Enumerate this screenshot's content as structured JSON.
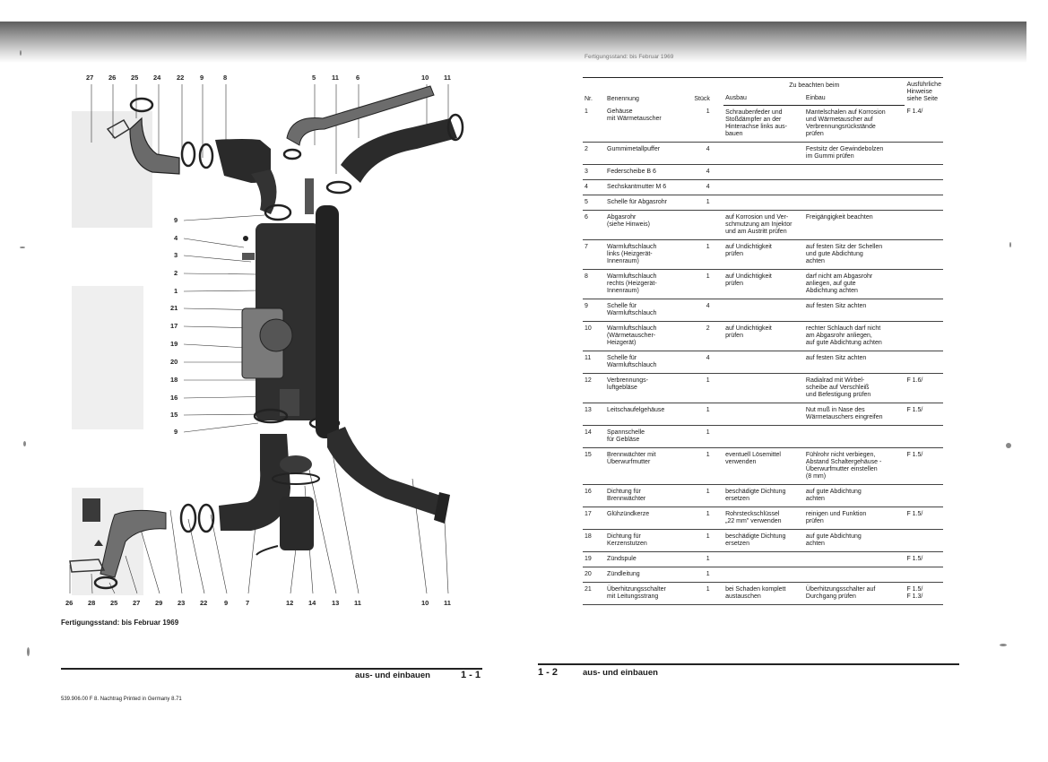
{
  "left_page": {
    "callouts_top": [
      "27",
      "26",
      "25",
      "24",
      "22",
      "9",
      "8",
      "5",
      "11",
      "6",
      "10",
      "11"
    ],
    "callouts_left": [
      "9",
      "4",
      "3",
      "2",
      "1",
      "21",
      "17",
      "19",
      "20",
      "18",
      "16",
      "15",
      "9"
    ],
    "callouts_bottom": [
      "26",
      "28",
      "25",
      "27",
      "29",
      "23",
      "22",
      "9",
      "7",
      "12",
      "14",
      "13",
      "11",
      "10",
      "11"
    ],
    "caption": "Fertigungsstand: bis Februar 1969",
    "footer_title": "aus- und einbauen",
    "page_number": "1 - 1",
    "print_info": "539.906.00  F  8. Nachtrag   Printed in Germany   8.71"
  },
  "right_page": {
    "header_smudge": "Fertigungsstand: bis Februar 1969",
    "table": {
      "header": {
        "nr": "Nr.",
        "benennung": "Benennung",
        "stueck": "Stück",
        "group": "Zu beachten beim",
        "ausbau": "Ausbau",
        "einbau": "Einbau",
        "hinweise": "Ausführliche\nHinweise\nsiehe Seite"
      },
      "rows": [
        {
          "nr": "1",
          "name": "Gehäuse\nmit Wärmetauscher",
          "qty": "1",
          "ausbau": "Schraubenfeder und\nStoßdämpfer an der\nHinterachse links aus-\nbauen",
          "einbau": "Mantelschalen auf Korrosion\nund Wärmetauscher auf\nVerbrennungsrückstände\nprüfen",
          "ref": "F 1.4/"
        },
        {
          "nr": "2",
          "name": "Gummimetallpuffer",
          "qty": "4",
          "ausbau": "",
          "einbau": "Festsitz der Gewindebolzen\nim Gummi prüfen",
          "ref": ""
        },
        {
          "nr": "3",
          "name": "Federscheibe B 6",
          "qty": "4",
          "ausbau": "",
          "einbau": "",
          "ref": ""
        },
        {
          "nr": "4",
          "name": "Sechskantmutter M 6",
          "qty": "4",
          "ausbau": "",
          "einbau": "",
          "ref": ""
        },
        {
          "nr": "5",
          "name": "Schelle für Abgasrohr",
          "qty": "1",
          "ausbau": "",
          "einbau": "",
          "ref": ""
        },
        {
          "nr": "6",
          "name": "Abgasrohr\n(siehe Hinweis)",
          "qty": "",
          "ausbau": "auf Korrosion und Ver-\nschmutzung am Injektor\nund am Austritt prüfen",
          "einbau": "Freigängigkeit beachten",
          "ref": ""
        },
        {
          "nr": "7",
          "name": "Warmluftschlauch\nlinks (Heizgerät-\nInnenraum)",
          "qty": "1",
          "ausbau": "auf Undichtigkeit\nprüfen",
          "einbau": "auf festen Sitz der Schellen\nund gute Abdichtung\nachten",
          "ref": ""
        },
        {
          "nr": "8",
          "name": "Warmluftschlauch\nrechts (Heizgerät-\nInnenraum)",
          "qty": "1",
          "ausbau": "auf Undichtigkeit\nprüfen",
          "einbau": "darf nicht am Abgasrohr\nanliegen, auf gute\nAbdichtung achten",
          "ref": ""
        },
        {
          "nr": "9",
          "name": "Schelle für\nWarmluftschlauch",
          "qty": "4",
          "ausbau": "",
          "einbau": "auf festen Sitz achten",
          "ref": ""
        },
        {
          "nr": "10",
          "name": "Warmluftschlauch\n(Wärmetauscher-\nHeizgerät)",
          "qty": "2",
          "ausbau": "auf Undichtigkeit\nprüfen",
          "einbau": "rechter Schlauch darf nicht\nam Abgasrohr anliegen,\nauf gute Abdichtung achten",
          "ref": ""
        },
        {
          "nr": "11",
          "name": "Schelle für\nWarmluftschlauch",
          "qty": "4",
          "ausbau": "",
          "einbau": "auf festen Sitz achten",
          "ref": ""
        },
        {
          "nr": "12",
          "name": "Verbrennungs-\nluftgebläse",
          "qty": "1",
          "ausbau": "",
          "einbau": "Radialrad mit Wirbel-\nscheibe auf Verschleiß\nund Befestigung prüfen",
          "ref": "F 1.6/"
        },
        {
          "nr": "13",
          "name": "Leitschaufelgehäuse",
          "qty": "1",
          "ausbau": "",
          "einbau": "Nut muß in Nase des\nWärmetauschers eingreifen",
          "ref": "F 1.5/"
        },
        {
          "nr": "14",
          "name": "Spannschelle\nfür Gebläse",
          "qty": "1",
          "ausbau": "",
          "einbau": "",
          "ref": ""
        },
        {
          "nr": "15",
          "name": "Brennwächter mit\nÜberwurfmutter",
          "qty": "1",
          "ausbau": "eventuell Lösemittel\nverwenden",
          "einbau": "Fühlrohr nicht verbiegen,\nAbstand Schaltergehäuse -\nÜberwurfmutter einstellen\n(8 mm)",
          "ref": "F 1.5/"
        },
        {
          "nr": "16",
          "name": "Dichtung für\nBrennwächter",
          "qty": "1",
          "ausbau": "beschädigte Dichtung\nersetzen",
          "einbau": "auf gute Abdichtung\nachten",
          "ref": ""
        },
        {
          "nr": "17",
          "name": "Glühzündkerze",
          "qty": "1",
          "ausbau": "Rohrsteckschlüssel\n„22 mm\" verwenden",
          "einbau": "reinigen und Funktion\nprüfen",
          "ref": "F 1.5/"
        },
        {
          "nr": "18",
          "name": "Dichtung für\nKerzenstutzen",
          "qty": "1",
          "ausbau": "beschädigte Dichtung\nersetzen",
          "einbau": "auf gute Abdichtung\nachten",
          "ref": ""
        },
        {
          "nr": "19",
          "name": "Zündspule",
          "qty": "1",
          "ausbau": "",
          "einbau": "",
          "ref": "F 1.5/"
        },
        {
          "nr": "20",
          "name": "Zündleitung",
          "qty": "1",
          "ausbau": "",
          "einbau": "",
          "ref": ""
        },
        {
          "nr": "21",
          "name": "Überhitzungsschalter\nmit Leitungsstrang",
          "qty": "1",
          "ausbau": "bei Schaden komplett\naustauschen",
          "einbau": "Überhitzungsschalter auf\nDurchgang prüfen",
          "ref": "F 1.5/\nF 1.3/"
        }
      ]
    },
    "page_number": "1 - 2",
    "footer_title": "aus- und einbauen"
  }
}
